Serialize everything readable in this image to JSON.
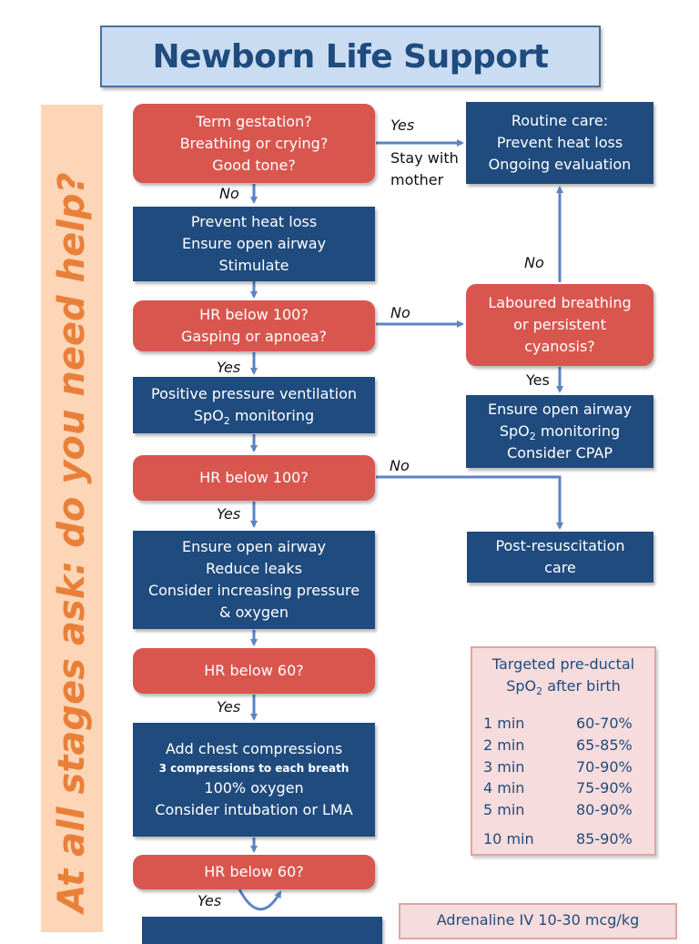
{
  "title": "Newborn Life Support",
  "side_banner": "At all stages ask: do you need help?",
  "nodes": {
    "assess": [
      "Term gestation?",
      "Breathing or crying?",
      "Good tone?"
    ],
    "routine_care": [
      "Routine care:",
      "Prevent heat loss",
      "Ongoing evaluation"
    ],
    "initial_steps": [
      "Prevent heat loss",
      "Ensure open airway",
      "Stimulate"
    ],
    "hr_gasping": [
      "HR below 100?",
      "Gasping or apnoea?"
    ],
    "laboured": [
      "Laboured breathing",
      "or persistent",
      "cyanosis?"
    ],
    "ppv": {
      "line1": "Positive pressure ventilation",
      "spo2_pre": "SpO",
      "spo2_sub": "2",
      "spo2_post": " monitoring"
    },
    "cpap": {
      "line1": "Ensure open airway",
      "spo2_pre": "SpO",
      "spo2_sub": "2",
      "spo2_post": " monitoring",
      "line3": "Consider CPAP"
    },
    "hr100": "HR below 100?",
    "post_resus": [
      "Post-resuscitation",
      "care"
    ],
    "airway": [
      "Ensure open airway",
      "Reduce leaks",
      "Consider increasing pressure",
      "& oxygen"
    ],
    "hr60_a": "HR below 60?",
    "compressions": {
      "line1": "Add chest compressions",
      "line2": "3 compressions to each breath",
      "line3": "100% oxygen",
      "line4": "Consider intubation or LMA"
    },
    "hr60_b": "HR below 60?"
  },
  "labels": {
    "yes_1": "Yes",
    "stay": [
      "Stay with",
      "mother"
    ],
    "no_1": "No",
    "no_2": "No",
    "no_3": "No",
    "yes_2": "Yes",
    "yes_3": "Yes",
    "no_4": "No",
    "yes_4": "Yes",
    "yes_5": "Yes",
    "yes_6": "Yes"
  },
  "spo2_table": {
    "heading_pre": "Targeted pre-ductal",
    "heading_spo2": "SpO",
    "heading_sub": "2",
    "heading_post": " after birth",
    "rows": [
      {
        "time": "1 min",
        "value": "60-70%"
      },
      {
        "time": "2 min",
        "value": "65-85%"
      },
      {
        "time": "3 min",
        "value": "70-90%"
      },
      {
        "time": "4 min",
        "value": "75-90%"
      },
      {
        "time": "5 min",
        "value": "80-90%"
      },
      {
        "time": "10 min",
        "value": "85-90%"
      }
    ]
  },
  "adrenaline": "Adrenaline IV 10-30 mcg/kg",
  "colors": {
    "decision_red": "#d9564f",
    "action_blue": "#1f4b7e",
    "arrow": "#5b84c4",
    "banner_bg": "#fcd6b6",
    "banner_text": "#e9803a",
    "table_bg": "#f6dcdc"
  }
}
